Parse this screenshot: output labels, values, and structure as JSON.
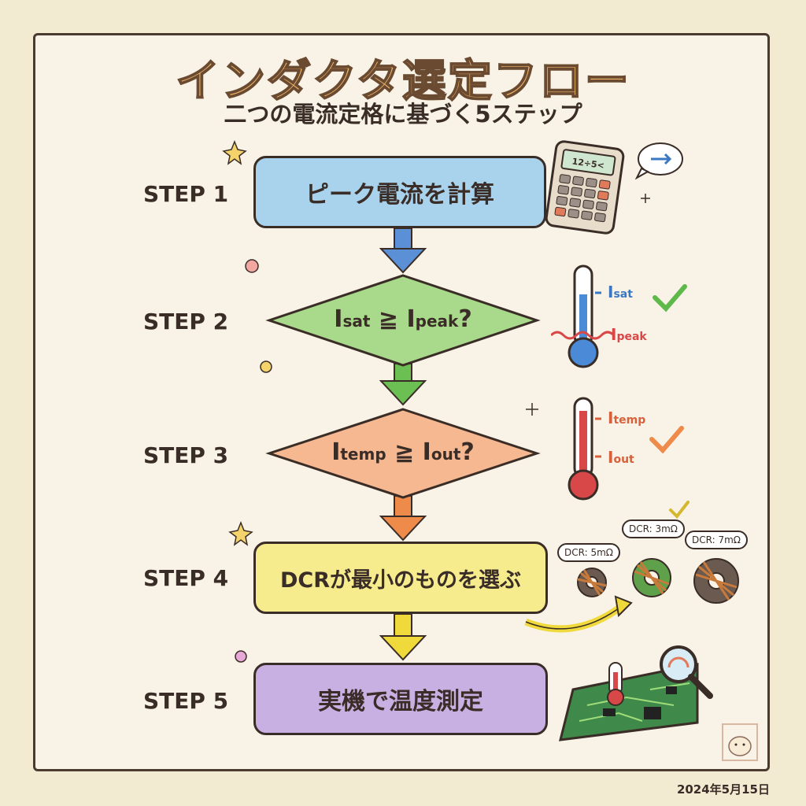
{
  "title": "インダクタ選定フロー",
  "subtitle": "二つの電流定格に基づく5ステップ",
  "steps": [
    {
      "label": "STEP 1",
      "text": "ピーク電流を計算",
      "color": "#a9d3ec"
    },
    {
      "label": "STEP 2",
      "main1": "I",
      "sub1": "sat",
      "op": " ≧ ",
      "main2": "I",
      "sub2": "peak",
      "end": "?",
      "color": "#a9d98a"
    },
    {
      "label": "STEP 3",
      "main1": "I",
      "sub1": "temp",
      "op": " ≧ ",
      "main2": "I",
      "sub2": "out",
      "end": "?",
      "color": "#f5b891"
    },
    {
      "label": "STEP 4",
      "text": "DCRが最小のものを選ぶ",
      "color": "#f6ec8e"
    },
    {
      "label": "STEP 5",
      "text": "実機で温度測定",
      "color": "#c9b0e3"
    }
  ],
  "icons": {
    "thermo1": {
      "top_main": "I",
      "top_sub": "sat",
      "bottom_main": "I",
      "bottom_sub": "peak"
    },
    "thermo2": {
      "top_main": "I",
      "top_sub": "temp",
      "bottom_main": "I",
      "bottom_sub": "out"
    },
    "calculator_display": "12÷5<",
    "dcr": [
      "DCR: 5mΩ",
      "DCR: 3mΩ",
      "DCR: 7mΩ"
    ]
  },
  "date": "2024年5月15日"
}
